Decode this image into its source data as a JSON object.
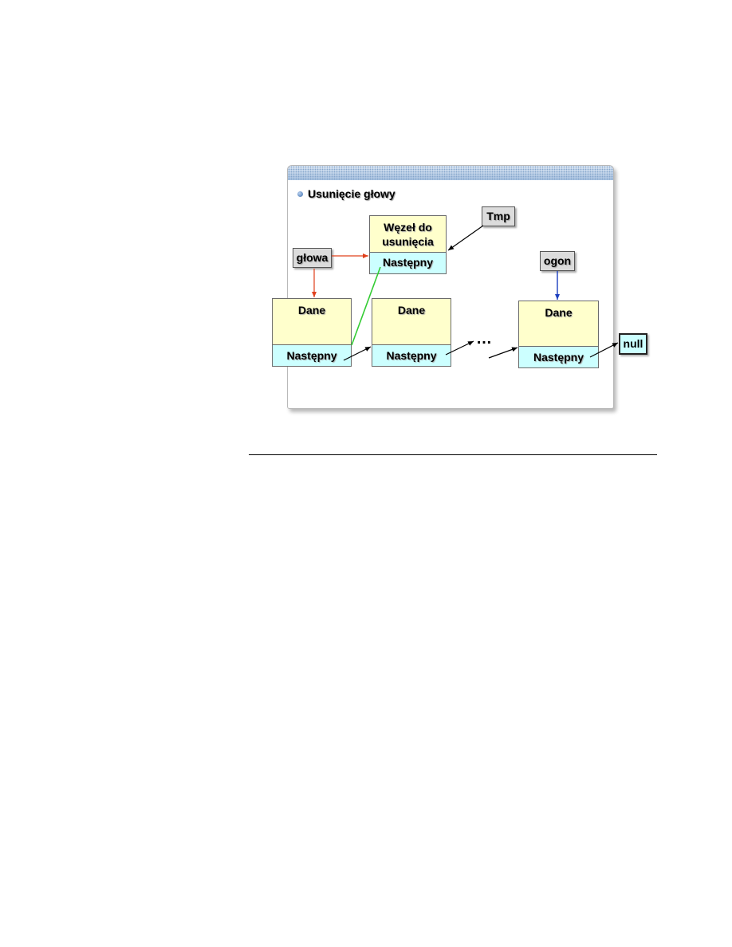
{
  "slide": {
    "title": "Usunięcie głowy"
  },
  "nodes": {
    "removed": {
      "data_label": "Węzeł do\nusunięcia",
      "next_label": "Następny"
    },
    "node1": {
      "data_label": "Dane",
      "next_label": "Następny"
    },
    "node2": {
      "data_label": "Dane",
      "next_label": "Następny"
    },
    "node3": {
      "data_label": "Dane",
      "next_label": "Następny"
    }
  },
  "pointers": {
    "head": "głowa",
    "tmp": "Tmp",
    "tail": "ogon",
    "null": "null"
  },
  "ellipsis": "…",
  "colors": {
    "data_fill": "#ffffcc",
    "next_fill": "#ccffff",
    "head_arrow": "#e0401c",
    "tail_arrow": "#1c3fbf",
    "green_link": "#33cc33"
  }
}
